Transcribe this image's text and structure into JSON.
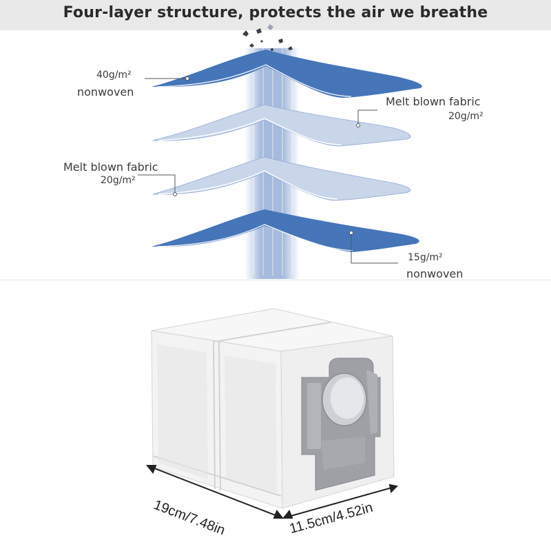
{
  "title": "Four-layer structure, protects the air we breathe",
  "layers": [
    {
      "weight": "40g/m²",
      "name": "nonwoven"
    },
    {
      "name": "Melt blown fabric",
      "weight": "20g/m²"
    },
    {
      "name": "Melt blown fabric",
      "weight": "20g/m²"
    },
    {
      "weight": "15g/m²",
      "name": "nonwoven"
    }
  ],
  "dimensions": {
    "length": "19cm/7.48in",
    "width": "11.5cm/4.52in"
  },
  "colors": {
    "nonwoven": "#3d6fb5",
    "meltblown": "#c9d6ea",
    "header": "#e9e9e9",
    "bag": "#f4f4f4",
    "plate": "#9ea0a6"
  }
}
